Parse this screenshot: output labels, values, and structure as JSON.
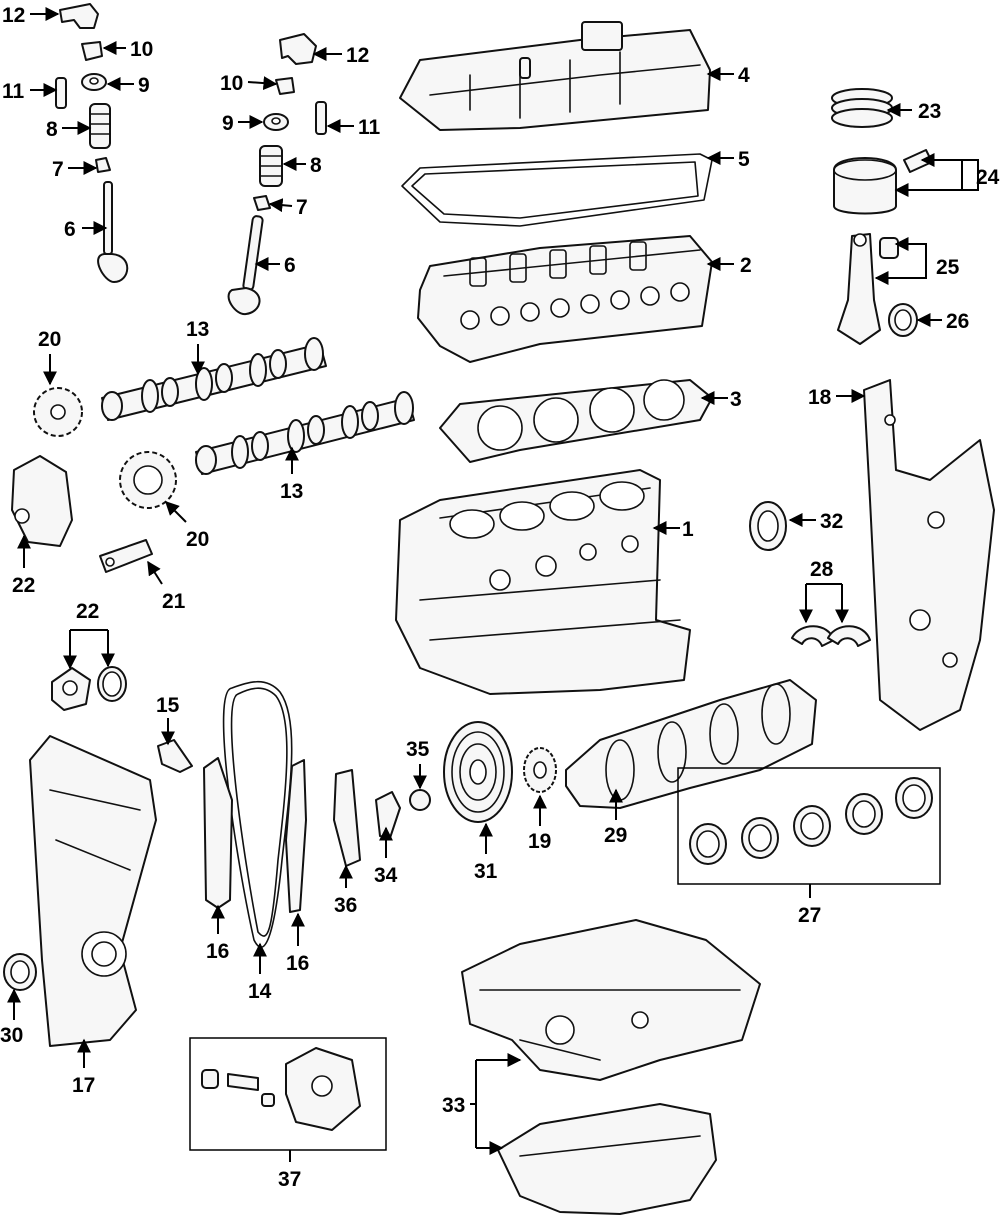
{
  "diagram": {
    "callouts": [
      {
        "id": "c1",
        "text": "1"
      },
      {
        "id": "c2",
        "text": "2"
      },
      {
        "id": "c3",
        "text": "3"
      },
      {
        "id": "c4",
        "text": "4"
      },
      {
        "id": "c5",
        "text": "5"
      },
      {
        "id": "c6a",
        "text": "6"
      },
      {
        "id": "c6b",
        "text": "6"
      },
      {
        "id": "c7a",
        "text": "7"
      },
      {
        "id": "c7b",
        "text": "7"
      },
      {
        "id": "c8a",
        "text": "8"
      },
      {
        "id": "c8b",
        "text": "8"
      },
      {
        "id": "c9a",
        "text": "9"
      },
      {
        "id": "c9b",
        "text": "9"
      },
      {
        "id": "c10a",
        "text": "10"
      },
      {
        "id": "c10b",
        "text": "10"
      },
      {
        "id": "c11a",
        "text": "11"
      },
      {
        "id": "c11b",
        "text": "11"
      },
      {
        "id": "c12a",
        "text": "12"
      },
      {
        "id": "c12b",
        "text": "12"
      },
      {
        "id": "c13a",
        "text": "13"
      },
      {
        "id": "c13b",
        "text": "13"
      },
      {
        "id": "c14",
        "text": "14"
      },
      {
        "id": "c15",
        "text": "15"
      },
      {
        "id": "c16a",
        "text": "16"
      },
      {
        "id": "c16b",
        "text": "16"
      },
      {
        "id": "c17",
        "text": "17"
      },
      {
        "id": "c18",
        "text": "18"
      },
      {
        "id": "c19",
        "text": "19"
      },
      {
        "id": "c20a",
        "text": "20"
      },
      {
        "id": "c20b",
        "text": "20"
      },
      {
        "id": "c21",
        "text": "21"
      },
      {
        "id": "c22a",
        "text": "22"
      },
      {
        "id": "c22b",
        "text": "22"
      },
      {
        "id": "c23",
        "text": "23"
      },
      {
        "id": "c24",
        "text": "24"
      },
      {
        "id": "c25",
        "text": "25"
      },
      {
        "id": "c26",
        "text": "26"
      },
      {
        "id": "c27",
        "text": "27"
      },
      {
        "id": "c28",
        "text": "28"
      },
      {
        "id": "c29",
        "text": "29"
      },
      {
        "id": "c30",
        "text": "30"
      },
      {
        "id": "c31",
        "text": "31"
      },
      {
        "id": "c32",
        "text": "32"
      },
      {
        "id": "c33",
        "text": "33"
      },
      {
        "id": "c34",
        "text": "34"
      },
      {
        "id": "c35",
        "text": "35"
      },
      {
        "id": "c36",
        "text": "36"
      },
      {
        "id": "c37",
        "text": "37"
      }
    ]
  }
}
